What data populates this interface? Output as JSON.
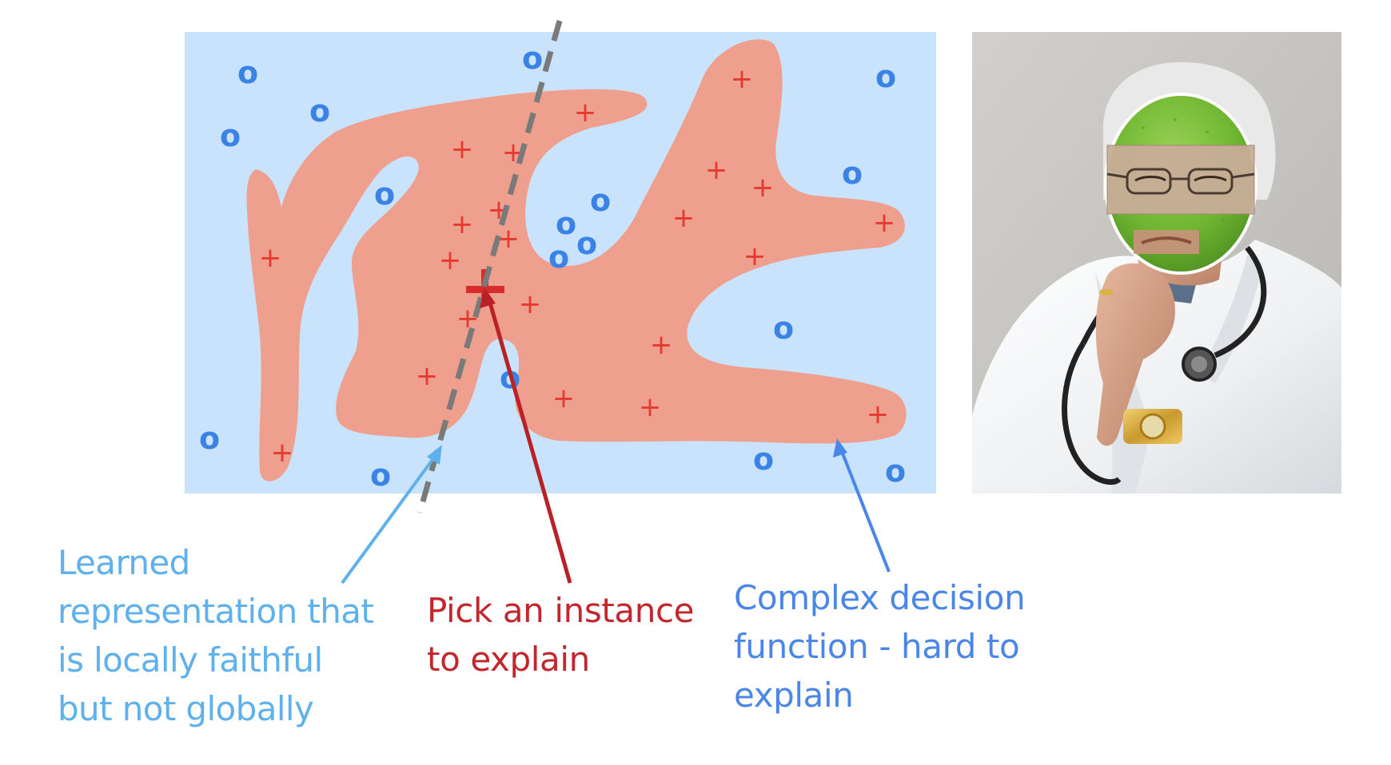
{
  "diagram": {
    "colors": {
      "background_region": "#c8e3fb",
      "positive_region": "#ef9f8e",
      "negative_marker": "#3b82e6",
      "positive_marker": "#e43a30",
      "selected_instance": "#d62d2a",
      "dashed_boundary": "#7a7a7a",
      "arrow_learned": "#5eb1ec",
      "arrow_pick": "#b92126",
      "arrow_complex": "#4a86e8"
    },
    "markers": {
      "negative_glyph": "o",
      "positive_glyph": "+"
    },
    "captions": {
      "learned": [
        "Learned",
        "representation that",
        "is locally faithful",
        "but not globally"
      ],
      "pick": [
        "Pick an instance",
        "to explain"
      ],
      "complex": [
        "Complex decision",
        "function - hard to",
        "explain"
      ]
    }
  },
  "photo": {
    "subject": "doctor with lime face",
    "icon": "doctor-photo-icon"
  }
}
